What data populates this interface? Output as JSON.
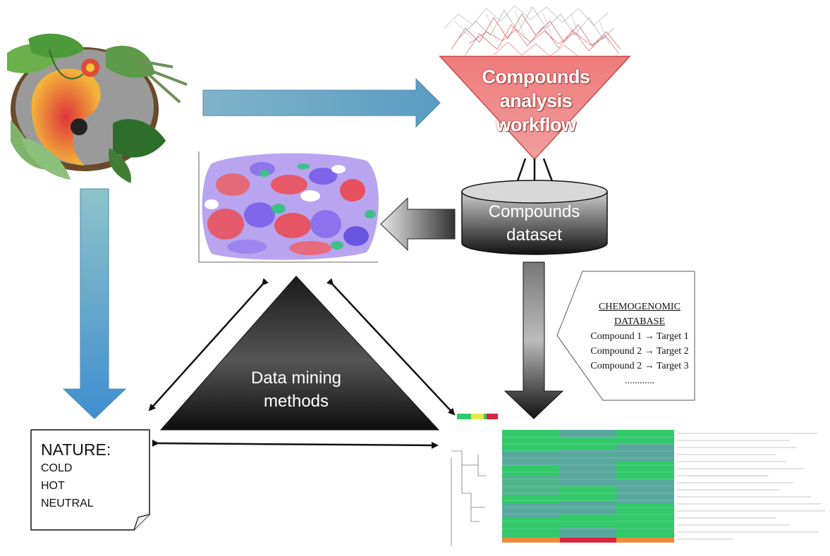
{
  "funnel": {
    "lines": [
      "Compounds",
      "analysis",
      "workflow"
    ]
  },
  "dataset": {
    "lines": [
      "Compounds",
      "dataset"
    ]
  },
  "data_mining": {
    "lines": [
      "Data mining",
      "methods"
    ]
  },
  "chemogenomic": {
    "title_lines": [
      "CHEMOGENOMIC",
      "DATABASE"
    ],
    "rows": [
      "Compound 1 → Target 1",
      "Compound 2 → Target 2",
      "Compound 2 → Target 3"
    ],
    "ellipsis": "............"
  },
  "nature": {
    "title": "NATURE:",
    "items": [
      "COLD",
      "HOT",
      "NEUTRAL"
    ]
  },
  "colors": {
    "blue_arrow": "#6aa6c4",
    "funnel_red": "#e35d5d",
    "gray_dark": "#2a2a2a",
    "heatmap_green": "#33c86a",
    "heatmap_teal": "#5aa8a0",
    "heatmap_red": "#d7263d",
    "heatmap_orange": "#f08a3c"
  },
  "icons": [
    "herbs-yin-yang-image",
    "molecule-cloud-icon",
    "scatter-plot-thumbnail",
    "heatmap-thumbnail"
  ]
}
